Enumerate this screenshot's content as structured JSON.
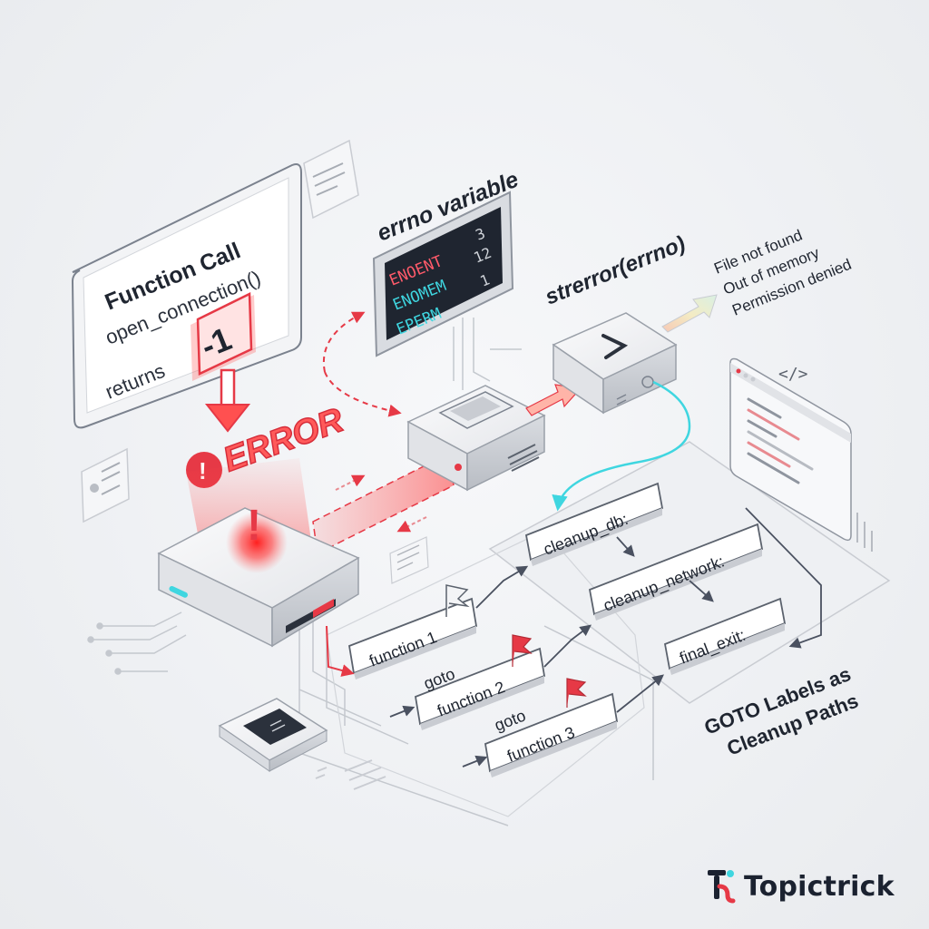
{
  "function_call": {
    "title": "Function Call",
    "name": "open_connection()",
    "returns_label": "returns",
    "return_value": "-1"
  },
  "error": {
    "label": "ERROR",
    "icon": "exclamation-icon"
  },
  "errno": {
    "title": "errno variable",
    "codes": [
      "ENOENT",
      "ENOMEM",
      "EPERM"
    ],
    "values": [
      "3",
      "12",
      "1"
    ]
  },
  "strerror": {
    "title": "strerror(errno)",
    "messages": [
      "File not found",
      "Out of memory",
      "Permission denied"
    ]
  },
  "functions": {
    "f1": "function 1",
    "goto1": "goto",
    "f2": "function 2",
    "goto2": "goto",
    "f3": "function 3"
  },
  "cleanup": {
    "labels": [
      "cleanup_db:",
      "cleanup_network:",
      "final_exit:"
    ],
    "caption": [
      "GOTO Labels as",
      "Cleanup Paths"
    ]
  },
  "brand": {
    "name": "Topictrick"
  },
  "colors": {
    "error_red": "#e63946",
    "cyan": "#3fd6e0",
    "dark": "#1b2230"
  }
}
